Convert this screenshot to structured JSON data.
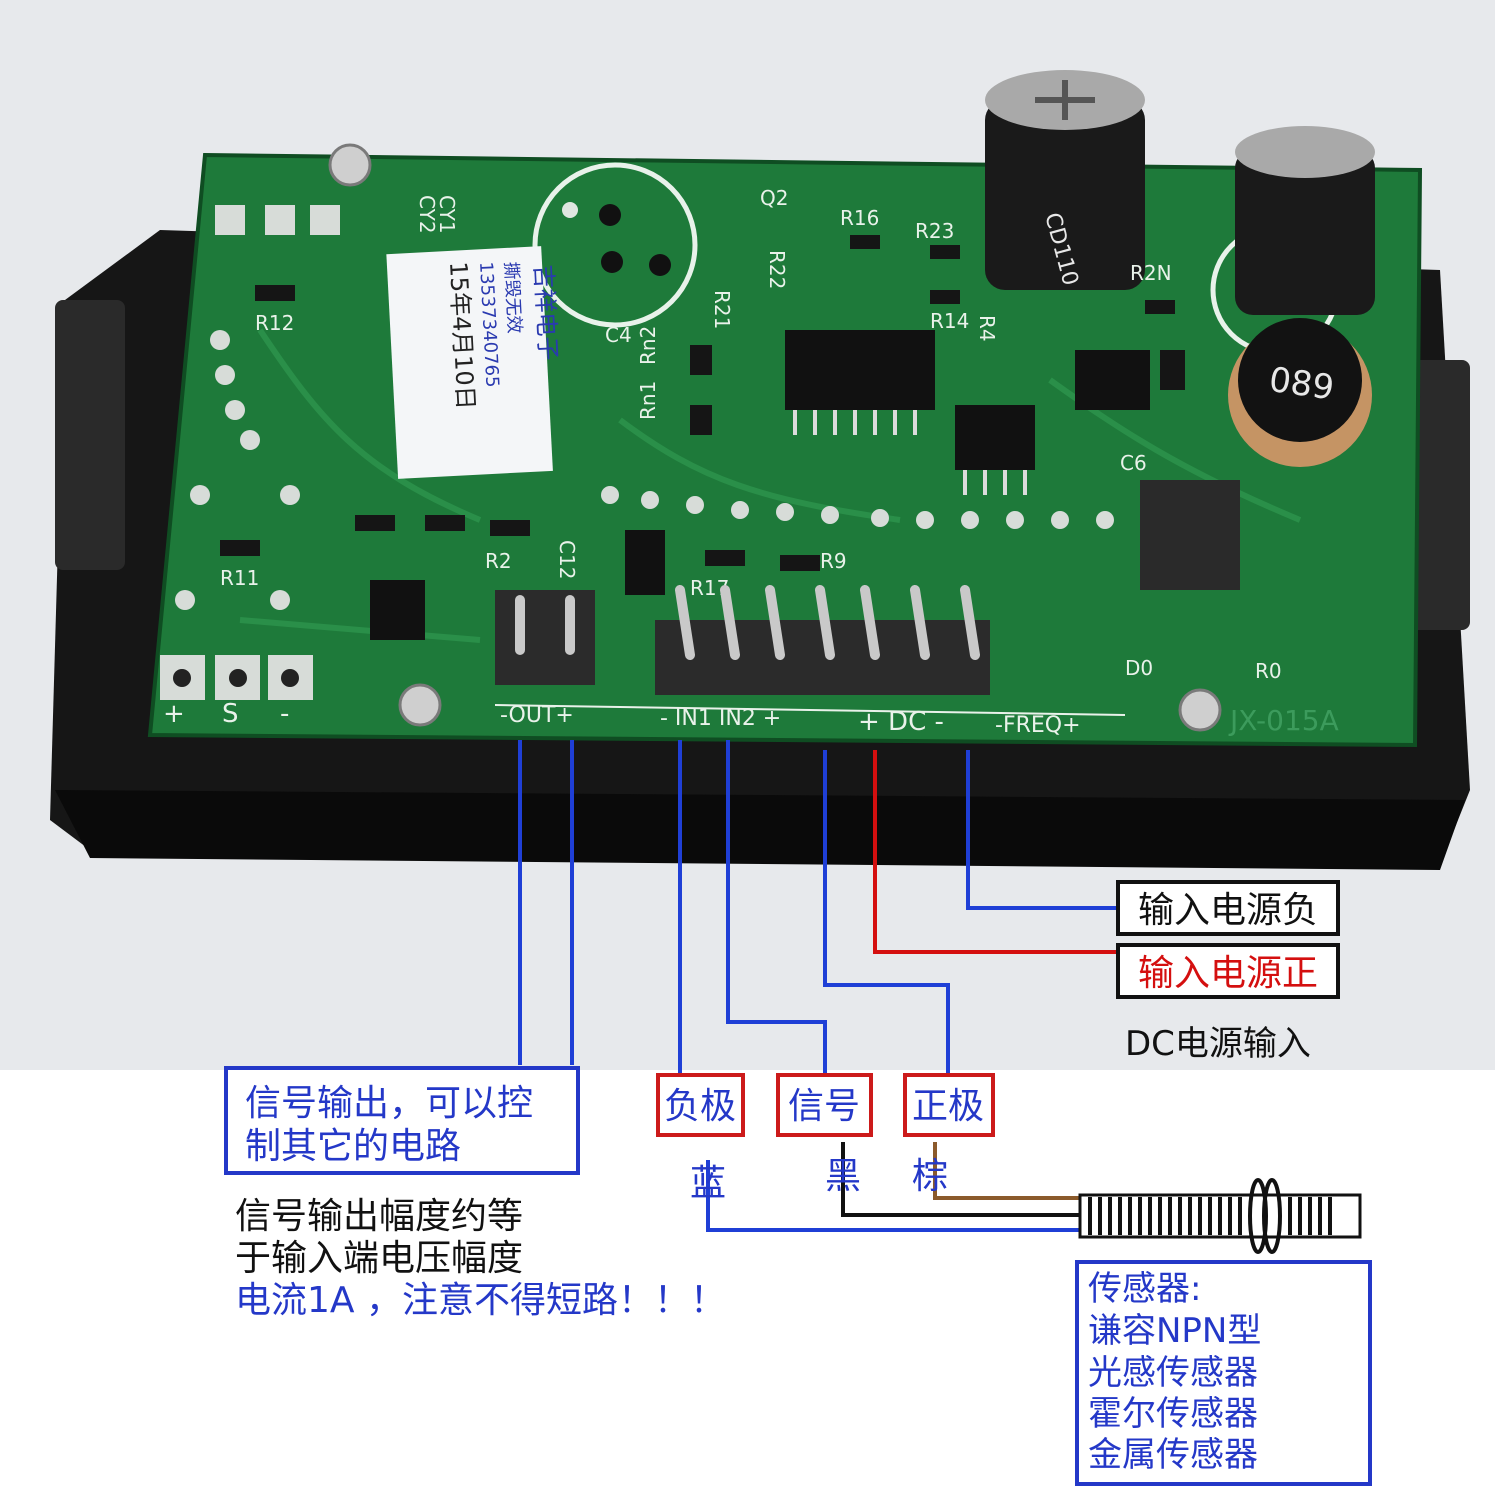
{
  "board": {
    "labels": {
      "power_pins": [
        "+",
        "S",
        "-"
      ],
      "out_header": "-OUT+",
      "in_header": "- IN1 IN2 +",
      "dc_header": "+ DC -",
      "freq_header": "-FREQ+",
      "model": "JX-015A",
      "inductor": "089",
      "capacitor": "CD110",
      "components": [
        "R12",
        "R11",
        "R2",
        "C12",
        "R17",
        "R9",
        "R16",
        "R21",
        "R22",
        "R23",
        "R14",
        "R4",
        "R2N",
        "C4",
        "C6",
        "Q2",
        "Rn1",
        "Rn2",
        "D0",
        "R0",
        "CY1",
        "CY2"
      ]
    },
    "sticker": {
      "lines": [
        "吉祥电子",
        "撕毁无效",
        "13537340765",
        "15年4月10日"
      ]
    }
  },
  "annotations": {
    "dc_negative": "输入电源负",
    "dc_positive": "输入电源正",
    "dc_input": "DC电源输入",
    "output_box_line1": "信号输出，可以控",
    "output_box_line2": "制其它的电路",
    "output_note_line1": "信号输出幅度约等",
    "output_note_line2": "于输入端电压幅度",
    "output_warning": "电流1A ，注意不得短路！！！",
    "negative_pole": "负极",
    "signal": "信号",
    "positive_pole": "正极",
    "wire_blue": "蓝",
    "wire_black": "黑",
    "wire_brown": "棕",
    "sensor_lines": [
      "传感器:",
      "谦容NPN型",
      "光感传感器",
      "霍尔传感器",
      "金属传感器"
    ]
  },
  "colors": {
    "blue_wire": "#1f3fd6",
    "red_wire": "#d40f0f",
    "black_wire": "#111111",
    "brown_wire": "#8b5a2b",
    "pcb_green": "#1e7a3a",
    "box_blue": "#2438c8",
    "box_red": "#cc1a1a"
  }
}
